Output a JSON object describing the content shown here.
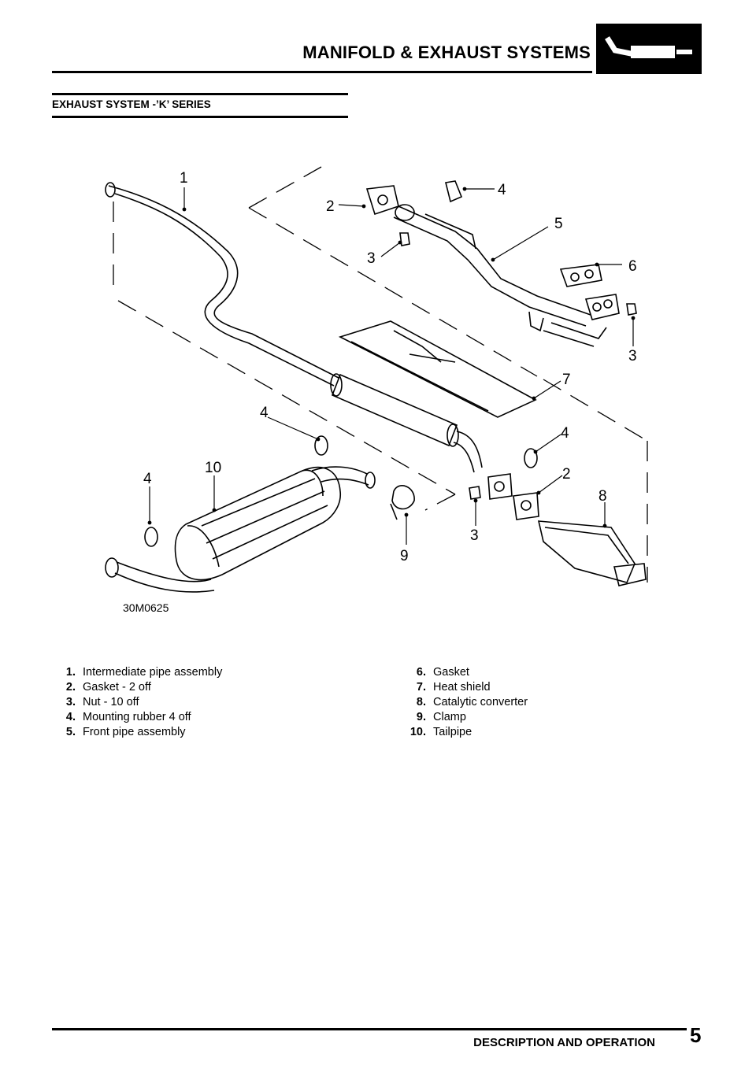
{
  "header": {
    "title": "MANIFOLD & EXHAUST SYSTEMS"
  },
  "section": {
    "title": "EXHAUST SYSTEM -’K’ SERIES"
  },
  "figure": {
    "ref": "30M0625",
    "callouts": {
      "c1": "1",
      "c2a": "2",
      "c3a": "3",
      "c4a": "4",
      "c5": "5",
      "c6": "6",
      "c3b": "3",
      "c7": "7",
      "c4b": "4",
      "c4c": "4",
      "c2b": "2",
      "c8": "8",
      "c10": "10",
      "c4d": "4",
      "c3c": "3",
      "c9": "9"
    }
  },
  "legend": {
    "left": [
      {
        "num": "1.",
        "text": "Intermediate pipe assembly"
      },
      {
        "num": "2.",
        "text": "Gasket - 2 off"
      },
      {
        "num": "3.",
        "text": "Nut - 10 off"
      },
      {
        "num": "4.",
        "text": "Mounting rubber 4 off"
      },
      {
        "num": "5.",
        "text": "Front pipe assembly"
      }
    ],
    "right": [
      {
        "num": "6.",
        "text": "Gasket"
      },
      {
        "num": "7.",
        "text": "Heat shield"
      },
      {
        "num": "8.",
        "text": "Catalytic converter"
      },
      {
        "num": "9.",
        "text": "Clamp"
      },
      {
        "num": "10.",
        "text": "Tailpipe"
      }
    ]
  },
  "footer": {
    "section": "DESCRIPTION AND OPERATION",
    "page": "5"
  }
}
